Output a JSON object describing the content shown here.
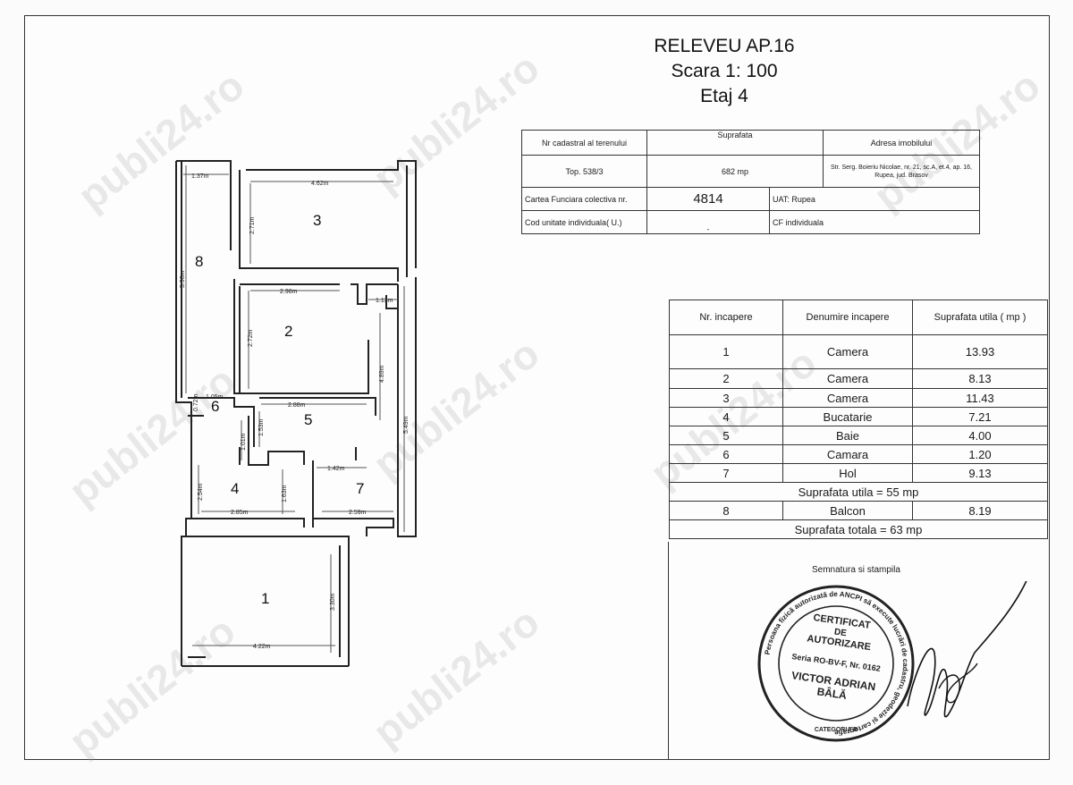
{
  "title": {
    "line1": "RELEVEU  AP.16",
    "line2": "Scara 1: 100",
    "line3": "Etaj 4"
  },
  "cadastral": {
    "h_nr": "Nr cadastral al terenului",
    "h_suprafata": "Suprafata",
    "h_adresa": "Adresa imobilului",
    "top": "Top. 538/3",
    "area": "682 mp",
    "address": "Str. Serg. Boieriu Nicolae, nr. 21, sc.A, et.4, ap. 16, Rupea, jud. Brasov",
    "cf_label": "Cartea Funciara colectiva nr.",
    "cf_value": "4814",
    "uat": "UAT: Rupea",
    "cod_label": "Cod unitate individuala( U.)",
    "cod_value": "-",
    "cf_ind": "CF individuala"
  },
  "rooms_table": {
    "headers": [
      "Nr. incapere",
      "Denumire incapere",
      "Suprafata utila   ( mp )"
    ],
    "rows": [
      {
        "nr": "1",
        "name": "Camera",
        "area": "13.93"
      },
      {
        "nr": "2",
        "name": "Camera",
        "area": "8.13"
      },
      {
        "nr": "3",
        "name": "Camera",
        "area": "11.43"
      },
      {
        "nr": "4",
        "name": "Bucatarie",
        "area": "7.21"
      },
      {
        "nr": "5",
        "name": "Baie",
        "area": "4.00"
      },
      {
        "nr": "6",
        "name": "Camara",
        "area": "1.20"
      },
      {
        "nr": "7",
        "name": "Hol",
        "area": "9.13"
      }
    ],
    "subtotal": "Suprafata utila = 55 mp",
    "balcon": {
      "nr": "8",
      "name": "Balcon",
      "area": "8.19"
    },
    "total": "Suprafata totala = 63 mp"
  },
  "signature": {
    "label": "Semnatura si stampila",
    "stamp_lines": [
      "CERTIFICAT",
      "DE",
      "AUTORIZARE",
      "Seria RO-BV-F, Nr. 0162",
      "VICTOR ADRIAN",
      "BÂLĂ"
    ],
    "stamp_ring": "Persoana fizică autorizată de ANCPI să execute lucrări de cadastru, geodezie și cartografie",
    "stamp_category": "CATEGORIA B"
  },
  "plan": {
    "room_numbers": [
      "1",
      "2",
      "3",
      "4",
      "5",
      "6",
      "7",
      "8"
    ],
    "dims": {
      "d137": "1.37m",
      "d462": "4.62m",
      "d271": "2.71m",
      "d596": "5.96m",
      "d298": "2.98m",
      "d113": "1.13m",
      "d272": "2.72m",
      "d489": "4.89m",
      "d105": "1.05m",
      "d072": "0.72m",
      "d288": "2.88m",
      "d153": "1.53m",
      "d549": "5.49m",
      "d101": "1.01m",
      "d254": "2.54m",
      "d142": "1.42m",
      "d163": "1.63m",
      "d285": "2.85m",
      "d259": "2.59m",
      "d330": "3.30m",
      "d422": "4.22m"
    }
  },
  "watermark": "publi24.ro"
}
